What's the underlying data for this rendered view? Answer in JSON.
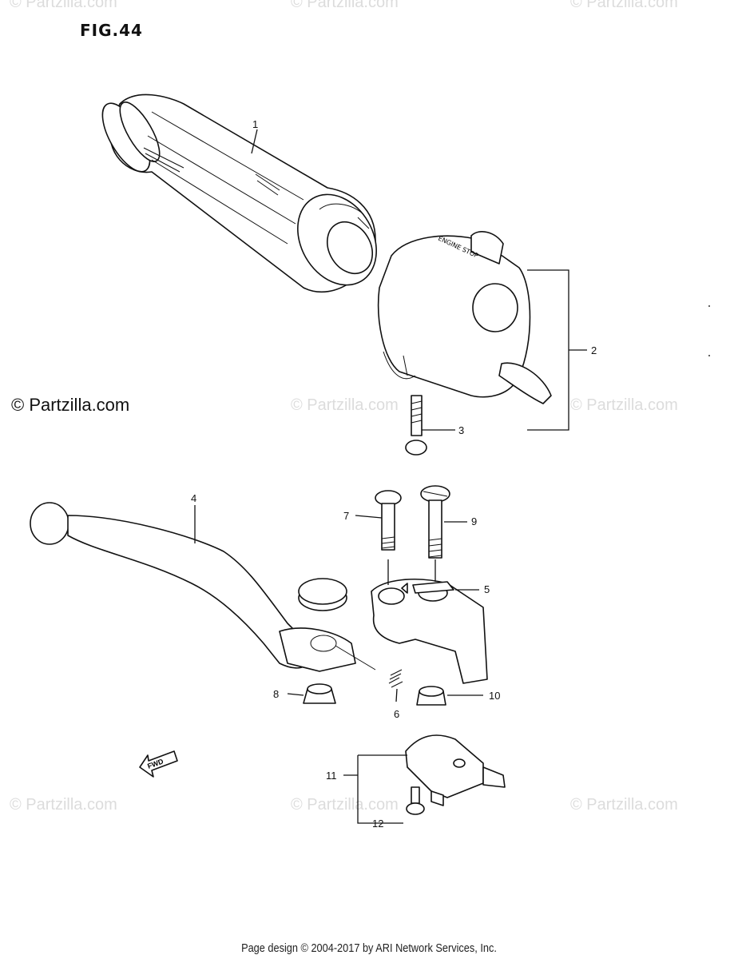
{
  "figure": {
    "title": "FIG.44"
  },
  "copyright": {
    "main": "© Partzilla.com",
    "watermark": "© Partzilla.com"
  },
  "footer": {
    "text": "Page design © 2004-2017 by ARI Network Services, Inc."
  },
  "labels": {
    "engine_stop": "ENGINE STOP",
    "fwd": "FWD",
    "callouts": [
      "1",
      "2",
      "3",
      "4",
      "5",
      "6",
      "7",
      "8",
      "9",
      "10",
      "11",
      "12"
    ]
  }
}
